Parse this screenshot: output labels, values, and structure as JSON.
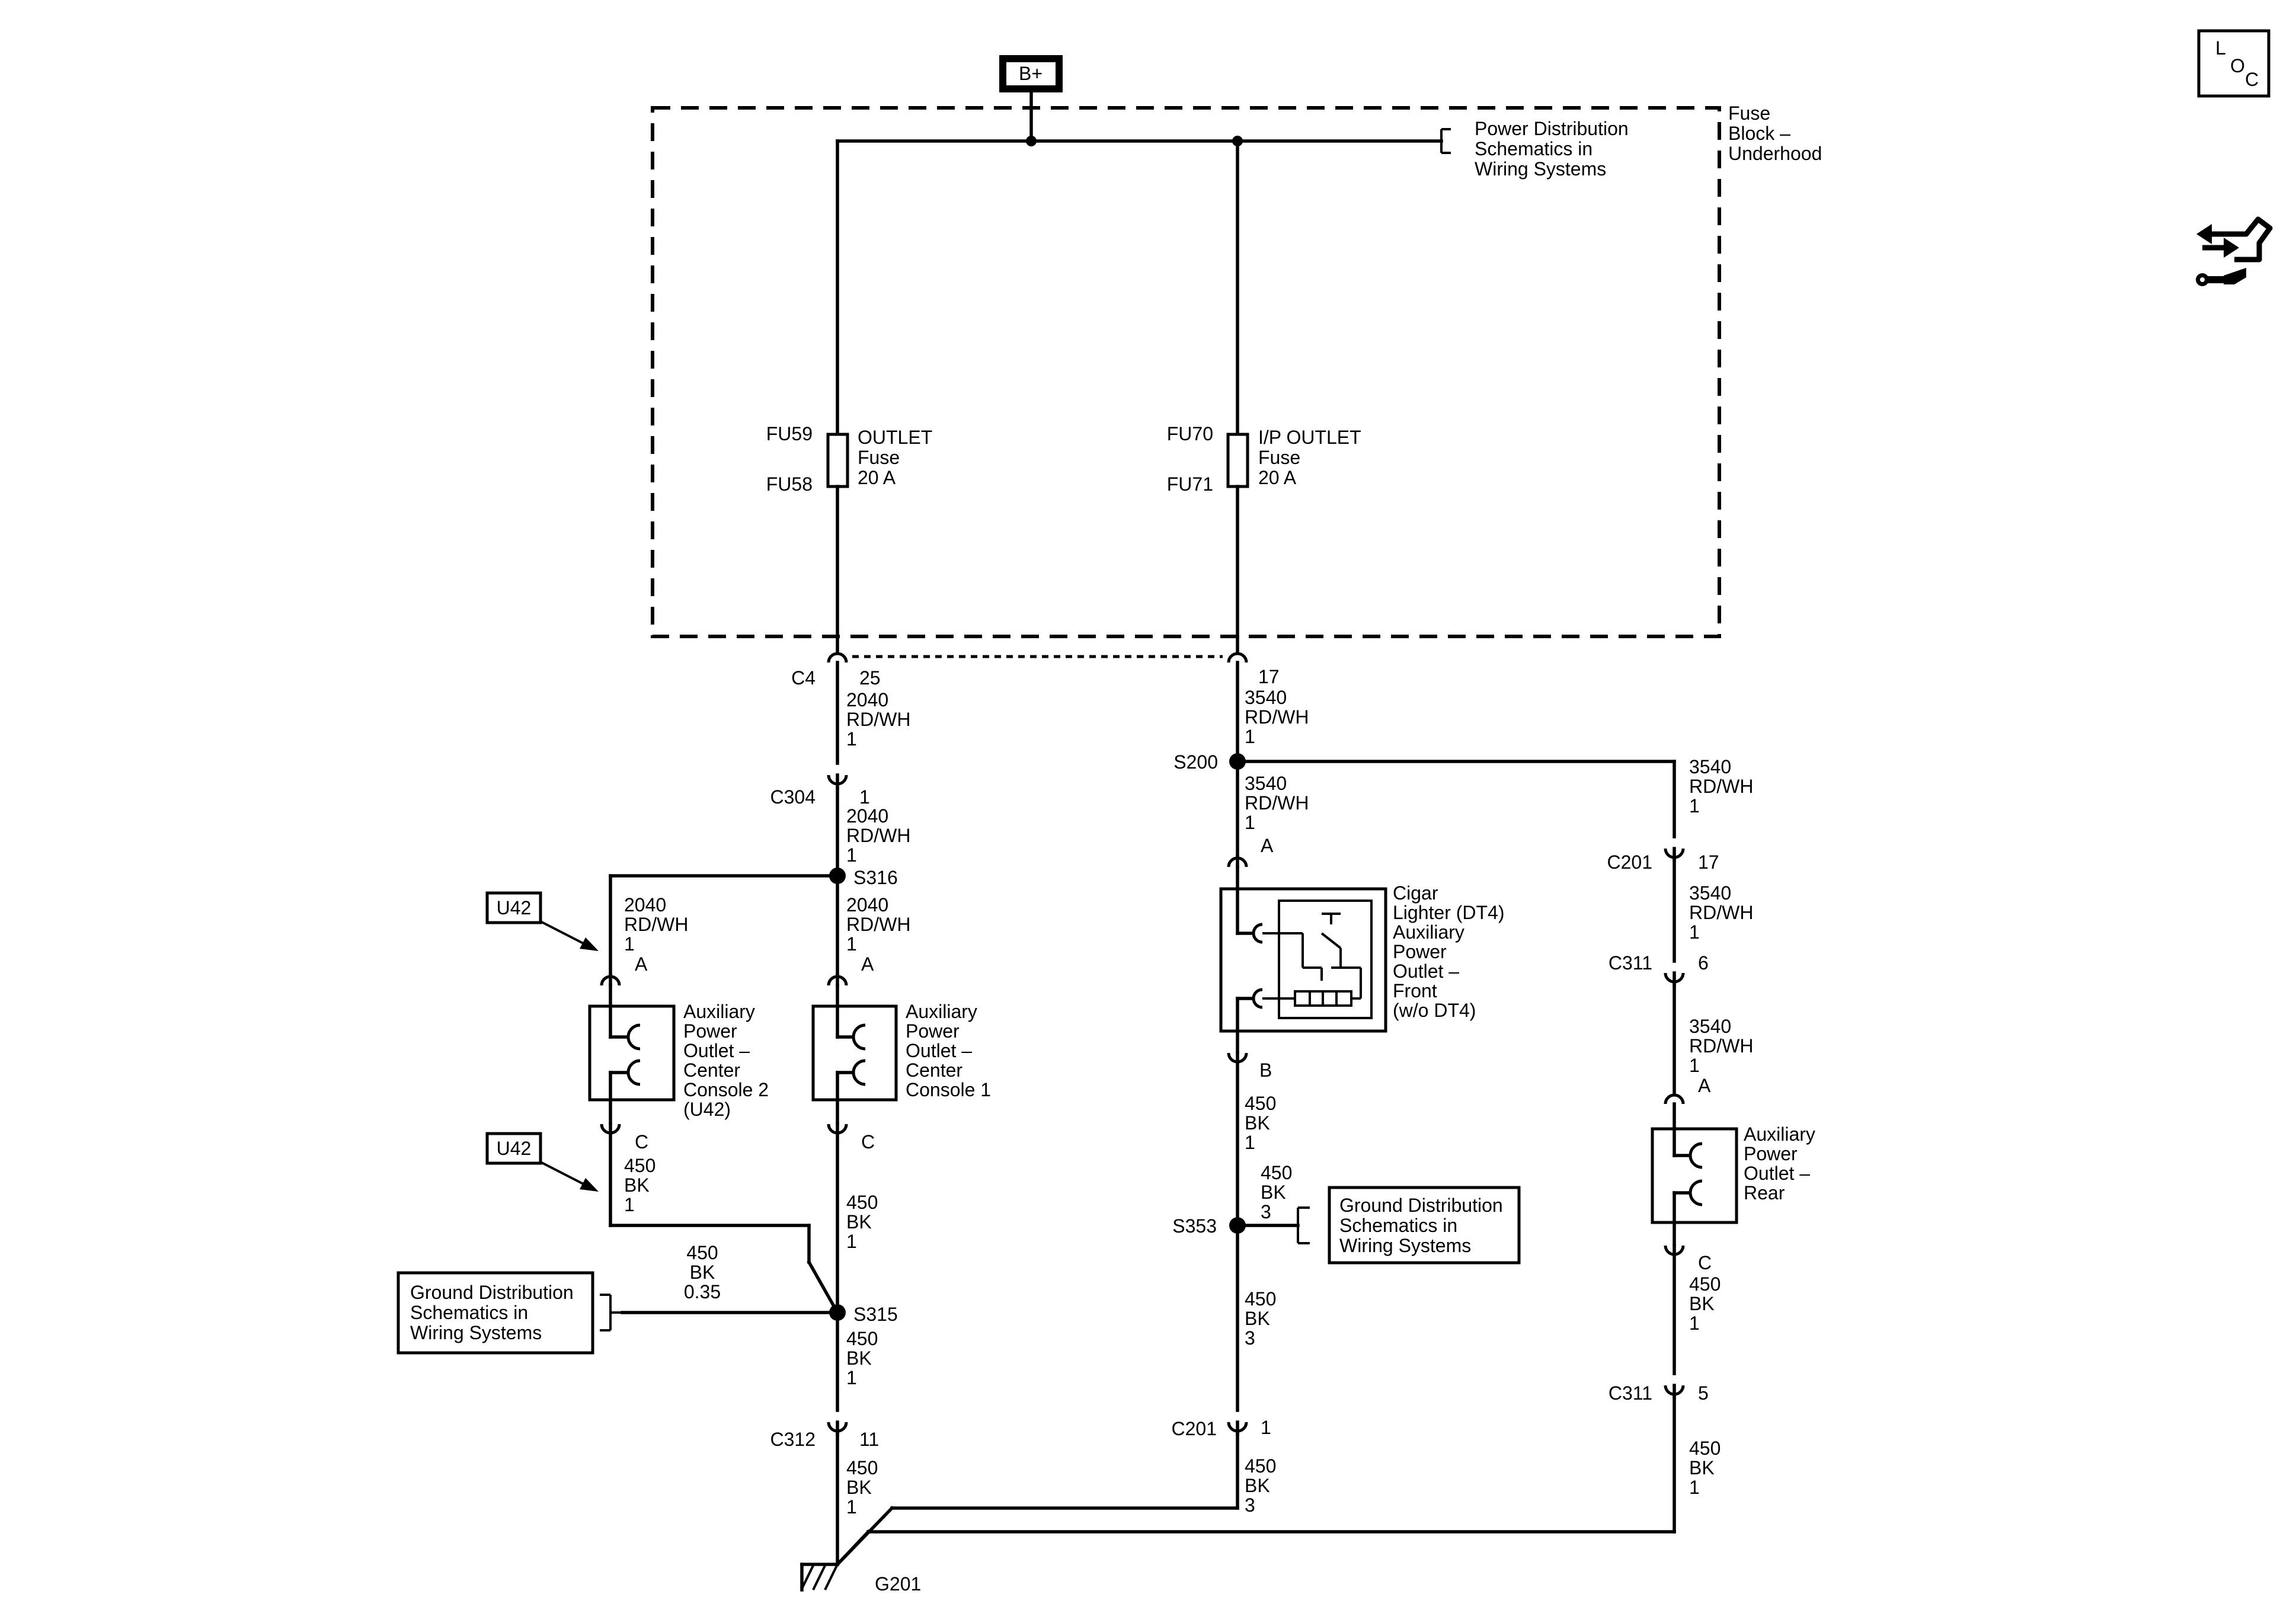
{
  "battery": {
    "label": "B+"
  },
  "fuse_block": {
    "lines": [
      "Fuse",
      "Block –",
      "Underhood"
    ]
  },
  "power_ref": {
    "lines": [
      "Power Distribution",
      "Schematics in",
      "Wiring Systems"
    ]
  },
  "fuses": [
    {
      "top_pin": "FU59",
      "bottom_pin": "FU58",
      "lines": [
        "OUTLET",
        "Fuse",
        "20 A"
      ]
    },
    {
      "top_pin": "FU70",
      "bottom_pin": "FU71",
      "lines": [
        "I/P OUTLET",
        "Fuse",
        "20 A"
      ]
    }
  ],
  "connectors": {
    "c4": {
      "name": "C4",
      "pin_left": "25",
      "pin_right": "17"
    },
    "c304": {
      "name": "C304",
      "pin": "1"
    },
    "c201_rear": {
      "name": "C201",
      "pin": "17"
    },
    "c311_a": {
      "name": "C311",
      "pin": "6"
    },
    "c311_b": {
      "name": "C311",
      "pin": "5"
    },
    "c312": {
      "name": "C312",
      "pin": "11"
    },
    "c201_front": {
      "name": "C201",
      "pin": "1"
    }
  },
  "splices": {
    "s200": "S200",
    "s316": "S316",
    "s353": "S353",
    "s315": "S315"
  },
  "ground": {
    "name": "G201"
  },
  "wires": {
    "w1": [
      "2040",
      "RD/WH",
      "1"
    ],
    "w2": [
      "2040",
      "RD/WH",
      "1"
    ],
    "w3": [
      "2040",
      "RD/WH",
      "1"
    ],
    "w4": [
      "2040",
      "RD/WH",
      "1"
    ],
    "w5": [
      "450",
      "BK",
      "1"
    ],
    "w6": [
      "450",
      "BK",
      "1"
    ],
    "w7": [
      "450",
      "BK",
      "0.35"
    ],
    "w8": [
      "450",
      "BK",
      "1"
    ],
    "w9": [
      "450",
      "BK",
      "1"
    ],
    "w10": [
      "3540",
      "RD/WH",
      "1"
    ],
    "w11": [
      "3540",
      "RD/WH",
      "1"
    ],
    "w12": [
      "450",
      "BK",
      "1"
    ],
    "w13": [
      "450",
      "BK",
      "3"
    ],
    "w14": [
      "450",
      "BK",
      "3"
    ],
    "w15": [
      "450",
      "BK",
      "3"
    ],
    "w16": [
      "3540",
      "RD/WH",
      "1"
    ],
    "w17": [
      "3540",
      "RD/WH",
      "1"
    ],
    "w18": [
      "3540",
      "RD/WH",
      "1"
    ],
    "w19": [
      "450",
      "BK",
      "1"
    ],
    "w20": [
      "450",
      "BK",
      "1"
    ]
  },
  "components": {
    "aux_center2": {
      "pin_top": "A",
      "pin_bottom": "C",
      "lines": [
        "Auxiliary",
        "Power",
        "Outlet –",
        "Center",
        "Console 2",
        "(U42)"
      ]
    },
    "aux_center1": {
      "pin_top": "A",
      "pin_bottom": "C",
      "lines": [
        "Auxiliary",
        "Power",
        "Outlet –",
        "Center",
        "Console 1"
      ]
    },
    "cigar": {
      "pin_top": "A",
      "pin_bottom": "B",
      "lines": [
        "Cigar",
        "Lighter (DT4)",
        "Auxiliary",
        "Power",
        "Outlet –",
        "Front",
        "(w/o DT4)"
      ]
    },
    "aux_rear": {
      "pin_top": "A",
      "pin_bottom": "C",
      "lines": [
        "Auxiliary",
        "Power",
        "Outlet –",
        "Rear"
      ]
    }
  },
  "option_tags": {
    "u42_top": "U42",
    "u42_bottom": "U42"
  },
  "ground_refs": {
    "right": {
      "lines": [
        "Ground Distribution",
        "Schematics in",
        "Wiring Systems"
      ]
    },
    "left": {
      "lines": [
        "Ground Distribution",
        "Schematics in",
        "Wiring Systems"
      ]
    }
  },
  "loc_icon": {
    "letters": [
      "L",
      "O",
      "C"
    ]
  }
}
